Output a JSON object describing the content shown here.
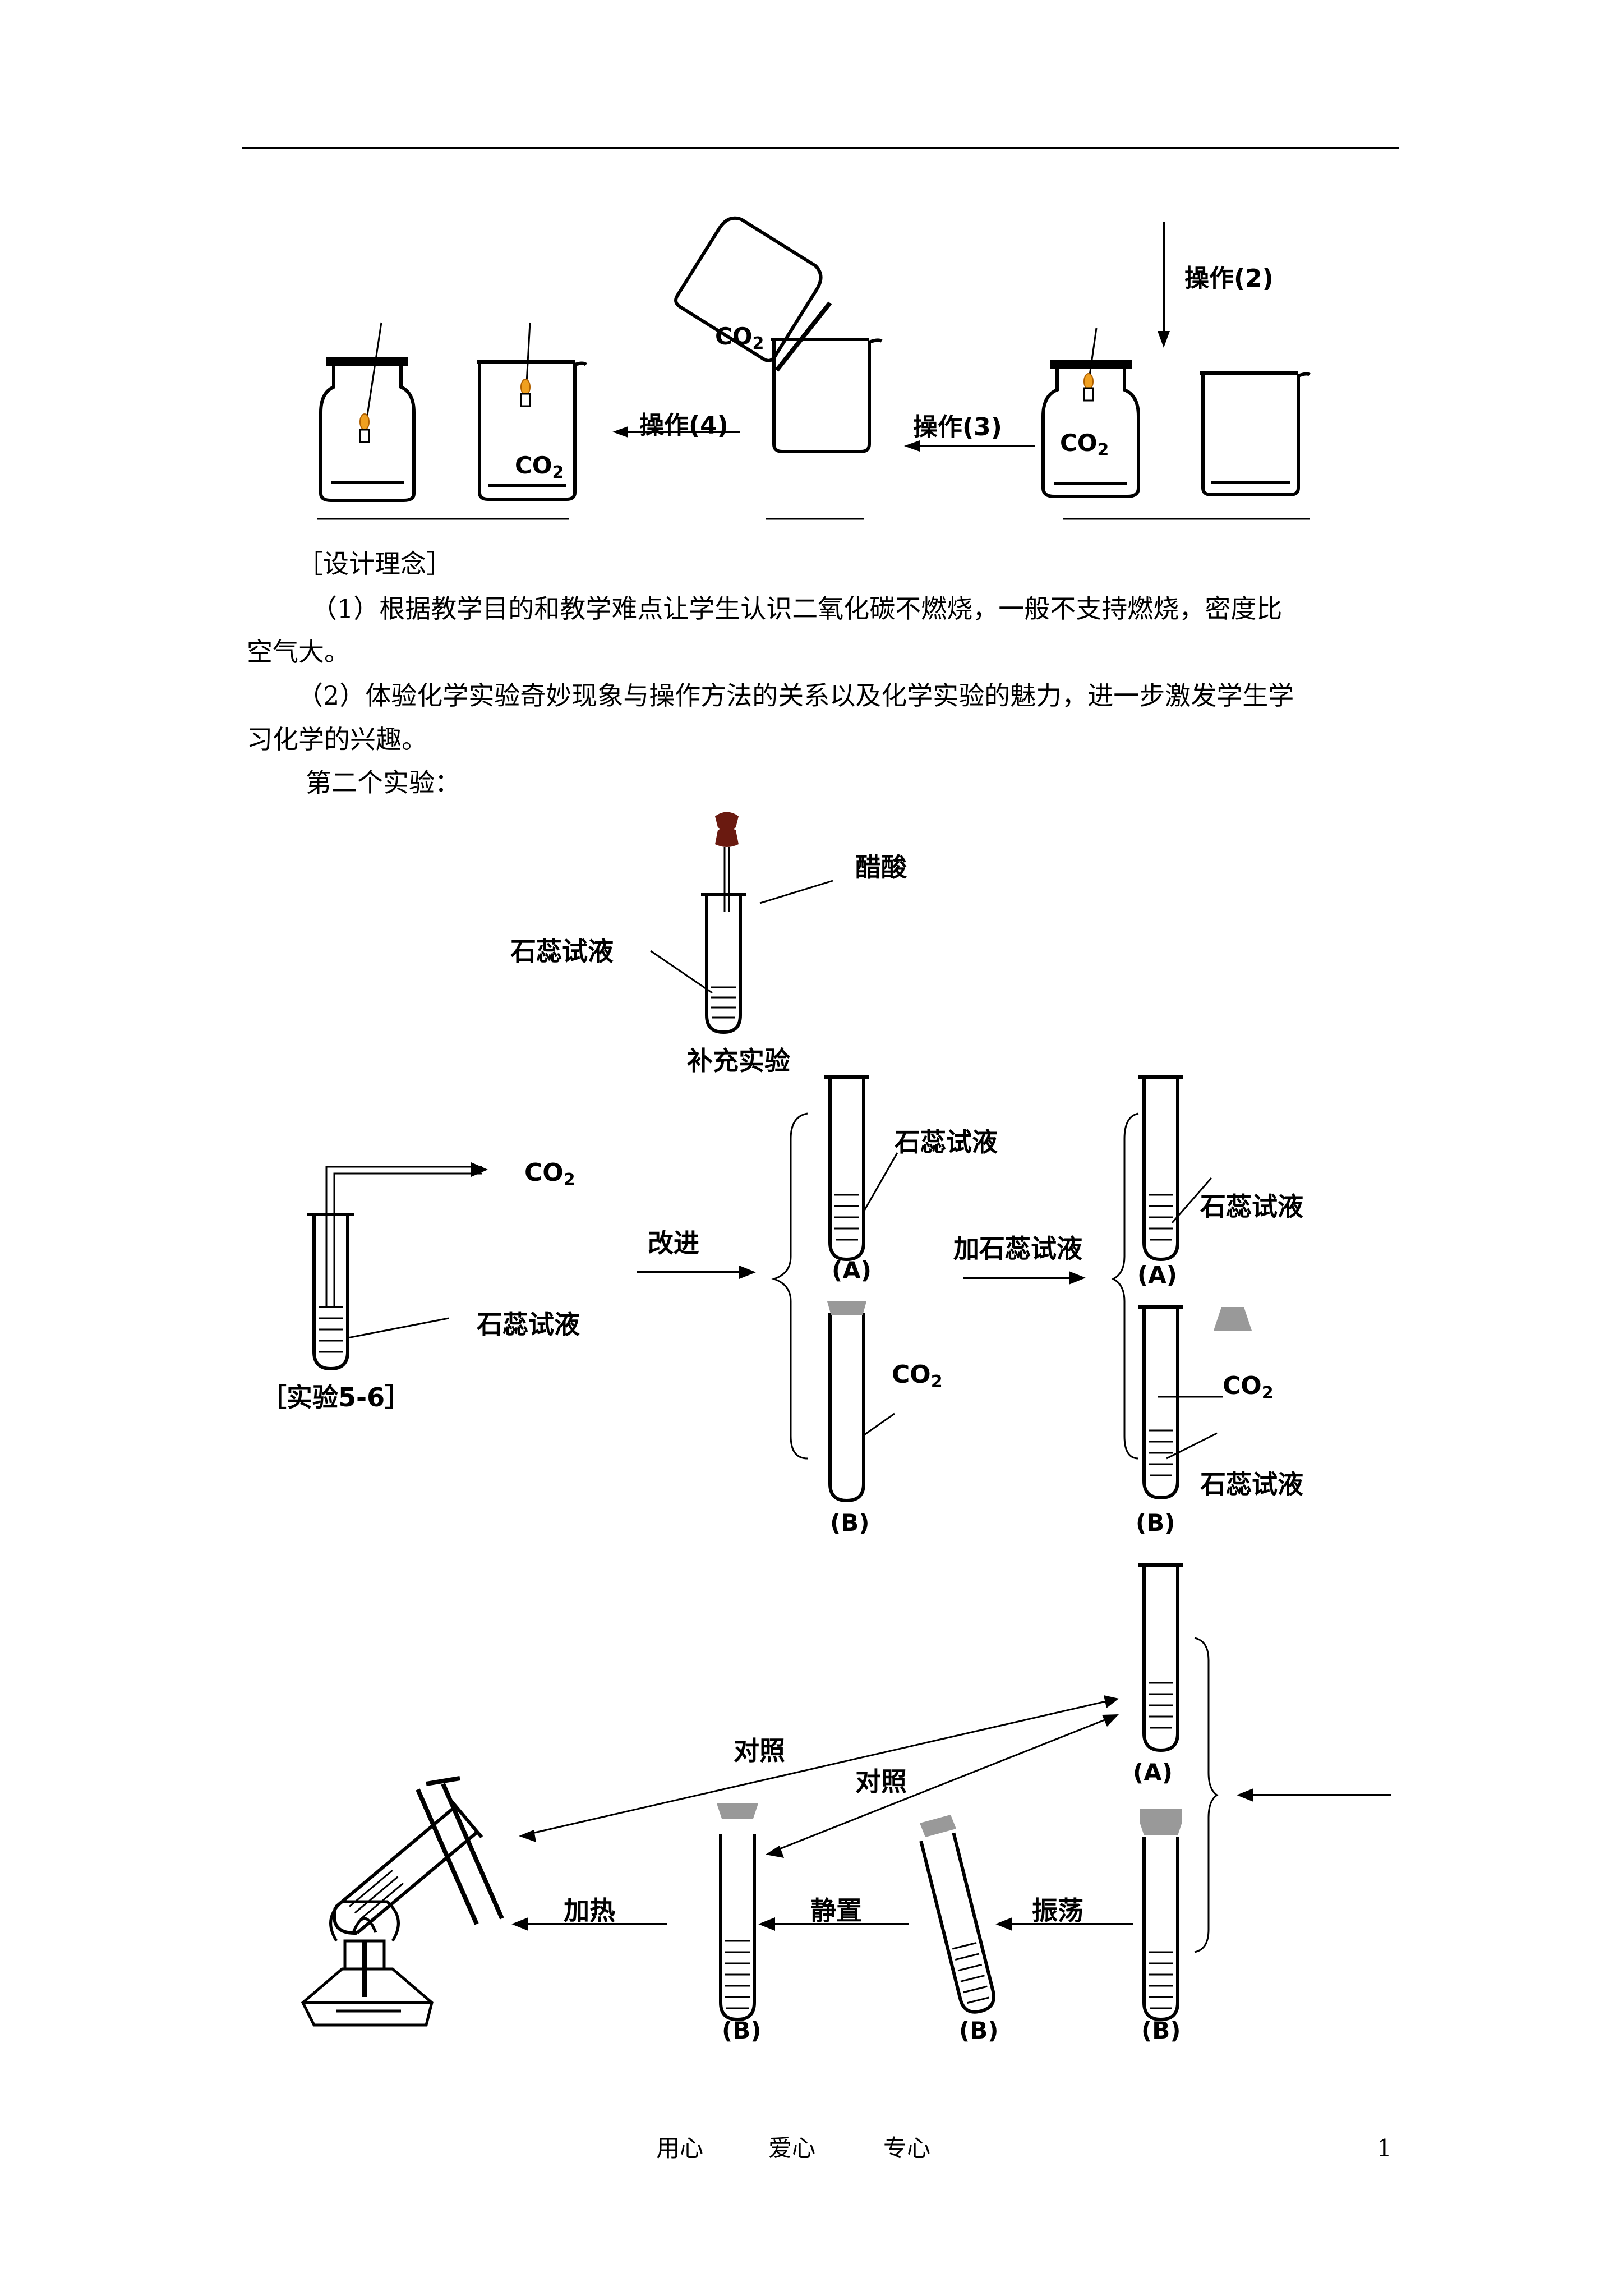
{
  "experiment1": {
    "op2": "操作(2)",
    "op3": "操作(3)",
    "op4": "操作(4)",
    "co2_pour": "CO",
    "co2_beaker": "CO",
    "co2_jar": "CO",
    "co2_sub": "2"
  },
  "design": {
    "heading": "［设计理念］",
    "item1_line1": "（1）根据教学目的和教学难点让学生认识二氧化碳不燃烧，一般不支持燃烧，密度比",
    "item1_line2": "空气大。",
    "item2_line1": "（2）体验化学实验奇妙现象与操作方法的关系以及化学实验的魅力，进一步激发学生学",
    "item2_line2": "习化学的兴趣。",
    "second": "第二个实验："
  },
  "experiment2": {
    "acetic": "醋酸",
    "litmus": "石蕊试液",
    "supplement": "补充实验",
    "co2": "CO",
    "co2_sub": "2",
    "exp56": "［实验5-6］",
    "improve": "改进",
    "add_litmus": "加石蕊试液",
    "A": "(A)",
    "B": "(B)"
  },
  "experiment3": {
    "contrast": "对照",
    "heat": "加热",
    "settle": "静置",
    "shake": "振荡",
    "A": "(A)",
    "B": "(B)"
  },
  "footer": {
    "motto1": "用心",
    "motto2": "爱心",
    "motto3": "专心",
    "page": "1"
  }
}
